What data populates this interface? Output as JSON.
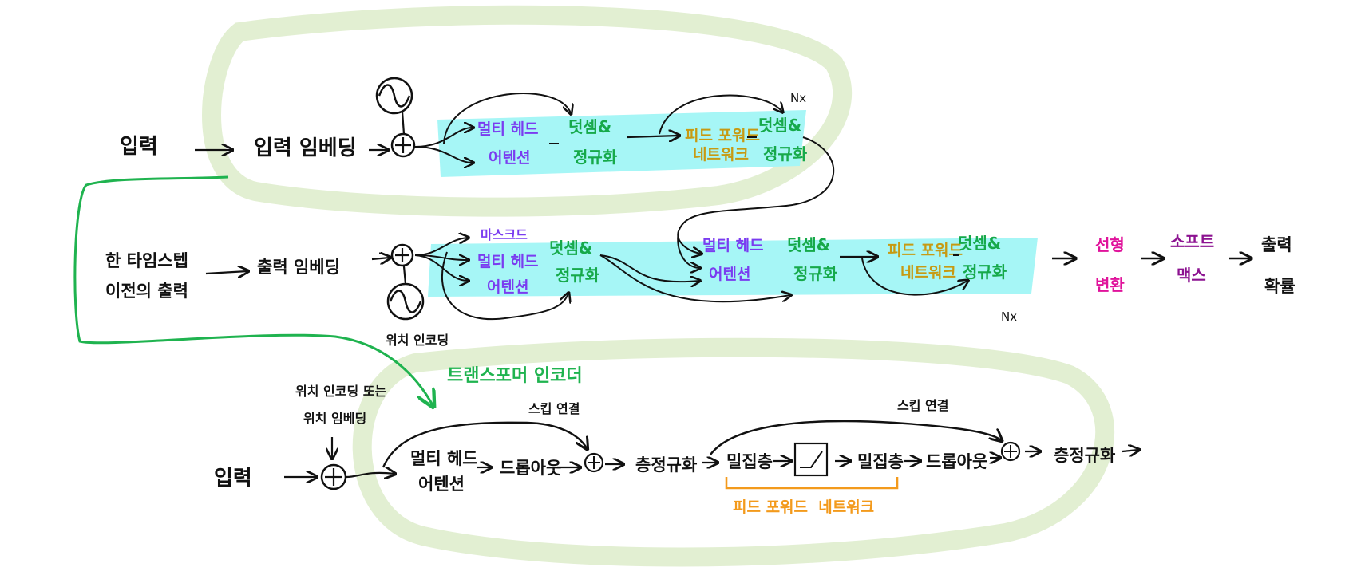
{
  "diagram": {
    "top_row": {
      "input": "입력",
      "input_embedding": "입력 임베딩",
      "mha_line1": "멀티 헤드",
      "mha_line2": "어텐션",
      "addnorm1_line1": "덧셈&",
      "addnorm1_line2": "정규화",
      "ffn_line1": "피드 포워드",
      "ffn_line2": "네트워크",
      "addnorm2_line1": "덧셈&",
      "addnorm2_line2": "정규화",
      "repeat": "Nx"
    },
    "middle_row": {
      "prev_output_line1": "한 타임스텝",
      "prev_output_line2": "이전의 출력",
      "output_embedding": "출력 임베딩",
      "positional_encoding": "위치 인코딩",
      "masked_line1": "마스크드",
      "masked_line2": "멀티 헤드",
      "masked_line3": "어텐션",
      "addnorm1_line1": "덧셈&",
      "addnorm1_line2": "정규화",
      "cross_mha_line1": "멀티 헤드",
      "cross_mha_line2": "어텐션",
      "addnorm2_line1": "덧셈&",
      "addnorm2_line2": "정규화",
      "ffn_line1": "피드 포워드",
      "ffn_line2": "네트워크",
      "addnorm3_line1": "덧셈&",
      "addnorm3_line2": "정규화",
      "repeat": "Nx",
      "linear_line1": "선형",
      "linear_line2": "변환",
      "softmax_line1": "소프트",
      "softmax_line2": "맥스",
      "probs_line1": "출력",
      "probs_line2": "확률"
    },
    "bottom_row": {
      "encoder_title": "트랜스포머 인코더",
      "pos_note_line1": "위치 인코딩 또는",
      "pos_note_line2": "위치 임베딩",
      "input": "입력",
      "skip1": "스킵 연결",
      "mha_line1": "멀티 헤드",
      "mha_line2": "어텐션",
      "dropout1": "드롭아웃",
      "layernorm1": "층정규화",
      "dense1": "밀집층",
      "dense2": "밀집층",
      "dropout2": "드롭아웃",
      "skip2": "스킵 연결",
      "layernorm2": "층정규화",
      "ffn_label": "피드 포워드  네트워크"
    }
  },
  "colors": {
    "highlight": "#a6f6f6",
    "blob": "#e2efd2",
    "attention": "#7a3cf0",
    "addnorm": "#16a94a",
    "ffn": "#c79a12",
    "linear": "#e0139b",
    "softmax": "#8c1290",
    "ffn_bracket": "#f39a1c",
    "connector": "#1fb34f"
  },
  "icons": [
    "sine-wave-icon",
    "plus-circle-icon",
    "activation-icon"
  ]
}
